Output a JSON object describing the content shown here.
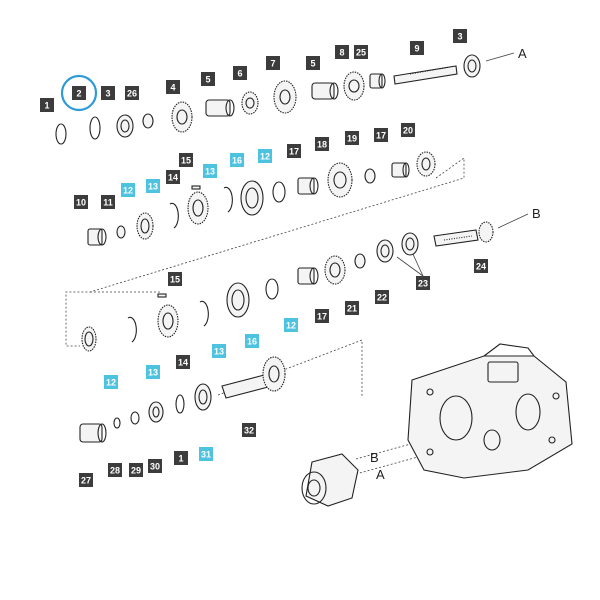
{
  "colors": {
    "tag_dark": "#3c3c3c",
    "tag_highlight": "#4ec3e0",
    "selection_ring": "#2e9ad6",
    "line": "#222222"
  },
  "selected_part": "2",
  "callouts": [
    {
      "id": "c1a",
      "text": "1",
      "hl": false
    },
    {
      "id": "c2",
      "text": "2",
      "hl": false
    },
    {
      "id": "c3a",
      "text": "3",
      "hl": false
    },
    {
      "id": "c26",
      "text": "26",
      "hl": false
    },
    {
      "id": "c4",
      "text": "4",
      "hl": false
    },
    {
      "id": "c5a",
      "text": "5",
      "hl": false
    },
    {
      "id": "c6",
      "text": "6",
      "hl": false
    },
    {
      "id": "c7",
      "text": "7",
      "hl": false
    },
    {
      "id": "c5b",
      "text": "5",
      "hl": false
    },
    {
      "id": "c8",
      "text": "8",
      "hl": false
    },
    {
      "id": "c25",
      "text": "25",
      "hl": false
    },
    {
      "id": "c9",
      "text": "9",
      "hl": false
    },
    {
      "id": "c3b",
      "text": "3",
      "hl": false
    },
    {
      "id": "c10",
      "text": "10",
      "hl": false
    },
    {
      "id": "c11",
      "text": "11",
      "hl": false
    },
    {
      "id": "c12a",
      "text": "12",
      "hl": true
    },
    {
      "id": "c13a",
      "text": "13",
      "hl": true
    },
    {
      "id": "c14a",
      "text": "14",
      "hl": false
    },
    {
      "id": "c15a",
      "text": "15",
      "hl": false
    },
    {
      "id": "c13b",
      "text": "13",
      "hl": true
    },
    {
      "id": "c16a",
      "text": "16",
      "hl": true
    },
    {
      "id": "c12b",
      "text": "12",
      "hl": true
    },
    {
      "id": "c17a",
      "text": "17",
      "hl": false
    },
    {
      "id": "c18",
      "text": "18",
      "hl": false
    },
    {
      "id": "c19",
      "text": "19",
      "hl": false
    },
    {
      "id": "c17b",
      "text": "17",
      "hl": false
    },
    {
      "id": "c20",
      "text": "20",
      "hl": false
    },
    {
      "id": "c24",
      "text": "24",
      "hl": false
    },
    {
      "id": "c15b",
      "text": "15",
      "hl": false
    },
    {
      "id": "c22",
      "text": "22",
      "hl": false
    },
    {
      "id": "c23",
      "text": "23",
      "hl": false
    },
    {
      "id": "c21",
      "text": "21",
      "hl": false
    },
    {
      "id": "c17c",
      "text": "17",
      "hl": false
    },
    {
      "id": "c12c",
      "text": "12",
      "hl": true
    },
    {
      "id": "c16b",
      "text": "16",
      "hl": true
    },
    {
      "id": "c13c",
      "text": "13",
      "hl": true
    },
    {
      "id": "c14b",
      "text": "14",
      "hl": false
    },
    {
      "id": "c13d",
      "text": "13",
      "hl": true
    },
    {
      "id": "c12d",
      "text": "12",
      "hl": true
    },
    {
      "id": "c32",
      "text": "32",
      "hl": false
    },
    {
      "id": "c27",
      "text": "27",
      "hl": false
    },
    {
      "id": "c28",
      "text": "28",
      "hl": false
    },
    {
      "id": "c29",
      "text": "29",
      "hl": false
    },
    {
      "id": "c30",
      "text": "30",
      "hl": false
    },
    {
      "id": "c1b",
      "text": "1",
      "hl": false
    },
    {
      "id": "c31",
      "text": "31",
      "hl": true
    }
  ],
  "letters": [
    {
      "id": "la1",
      "text": "A"
    },
    {
      "id": "lb1",
      "text": "B"
    },
    {
      "id": "lb2",
      "text": "B"
    },
    {
      "id": "la2",
      "text": "A"
    }
  ]
}
